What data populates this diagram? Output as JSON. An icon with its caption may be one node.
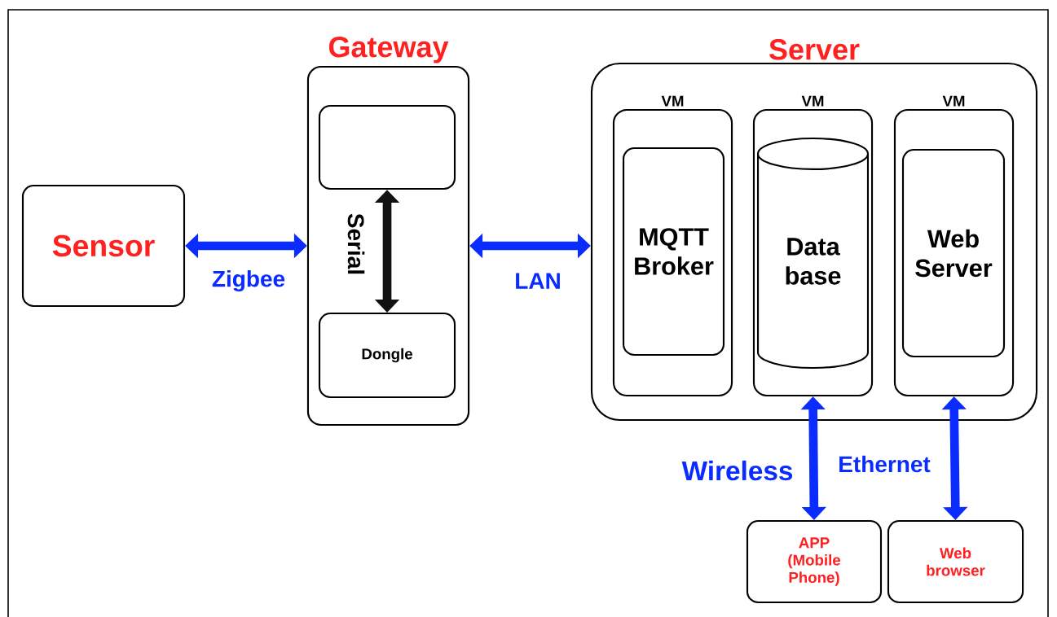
{
  "diagram": {
    "nodes": [
      {
        "text": [
          "Sensor"
        ]
      },
      {
        "text": [
          "Gateway"
        ]
      },
      {
        "text": [],
        "shape": "box",
        "in": 1
      },
      {
        "text": [
          "Dongle"
        ],
        "in": 1
      },
      {
        "text": [
          "Server"
        ]
      },
      {
        "text": [
          "VM"
        ],
        "in": 4
      },
      {
        "text": [
          "MQTT Broker"
        ],
        "in": 5
      },
      {
        "text": [
          "VM"
        ],
        "in": 4
      },
      {
        "text": [
          "Data base"
        ],
        "in": 7
      },
      {
        "text": [
          "VM"
        ],
        "in": 4
      },
      {
        "text": [
          "Web Server"
        ],
        "in": 9
      },
      {
        "text": [
          "APP (Mobile Phone)"
        ]
      },
      {
        "text": [
          "Web browser"
        ]
      }
    ],
    "edges": [
      {
        "from": 0,
        "to": 1,
        "arrow": "both",
        "label": "Zigbee"
      },
      {
        "from": 2,
        "to": 3,
        "arrow": "both",
        "label": "Serial",
        "color": "#111111"
      },
      {
        "from": 1,
        "to": 4,
        "arrow": "both",
        "label": "LAN"
      },
      {
        "from": 7,
        "to": 11,
        "arrow": "both",
        "label": "Wireless"
      },
      {
        "from": 9,
        "to": 12,
        "arrow": "both",
        "label": "Ethernet"
      }
    ]
  }
}
